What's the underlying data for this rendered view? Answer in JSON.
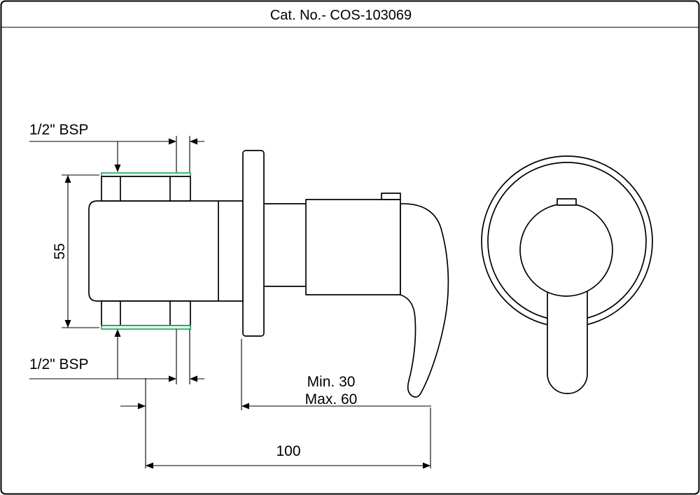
{
  "title": "Cat. No.- COS-103069",
  "labels": {
    "bsp_top": "1/2\" BSP",
    "bsp_bottom": "1/2\" BSP",
    "height": "55",
    "depth_min": "Min. 30",
    "depth_max": "Max. 60",
    "length": "100"
  },
  "colors": {
    "line": "#000000",
    "gasket": "#00b050",
    "background": "#ffffff"
  }
}
